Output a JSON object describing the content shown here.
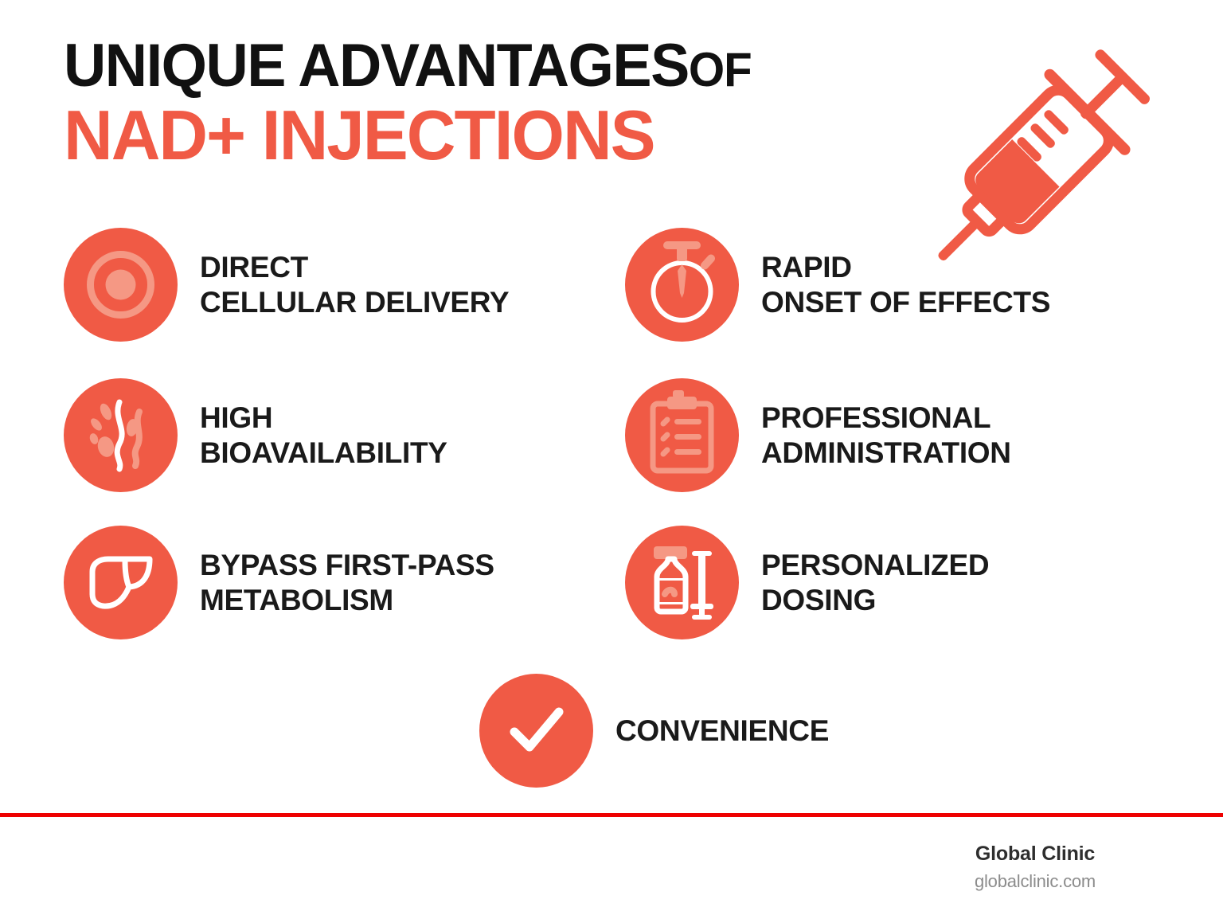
{
  "header": {
    "title_line1_main": "UNIQUE ADVANTAGES",
    "title_line1_small": "OF",
    "title_line2": "NAD+ INJECTIONS"
  },
  "colors": {
    "accent": "#F05A45",
    "accent_light": "#F59884",
    "title_black": "#111111",
    "divider_red": "#EE0000",
    "text_dark": "#1A1A1A",
    "footer_name": "#2E2E2E",
    "footer_url": "#8C8C8C",
    "background": "#FFFFFF"
  },
  "hero_icon": "syringe-illustration",
  "benefits": [
    {
      "label": "DIRECT\nCELLULAR DELIVERY",
      "icon": "cell-icon",
      "column": "left",
      "row": 1
    },
    {
      "label": "RAPID\nONSET OF EFFECTS",
      "icon": "stopwatch-icon",
      "column": "right",
      "row": 1
    },
    {
      "label": "HIGH\nBIOAVAILABILITY",
      "icon": "bloodstream-icon",
      "column": "left",
      "row": 2
    },
    {
      "label": "PROFESSIONAL\nADMINISTRATION",
      "icon": "clipboard-checklist-icon",
      "column": "right",
      "row": 2
    },
    {
      "label": "BYPASS FIRST-PASS\nMETABOLISM",
      "icon": "liver-icon",
      "column": "left",
      "row": 3
    },
    {
      "label": "PERSONALIZED\nDOSING",
      "icon": "vial-syringe-icon",
      "column": "right",
      "row": 3
    },
    {
      "label": "CONVENIENCE",
      "icon": "checkmark-icon",
      "column": "center",
      "row": 4
    }
  ],
  "footer": {
    "name": "Global Clinic",
    "url": "globalclinic.com"
  }
}
